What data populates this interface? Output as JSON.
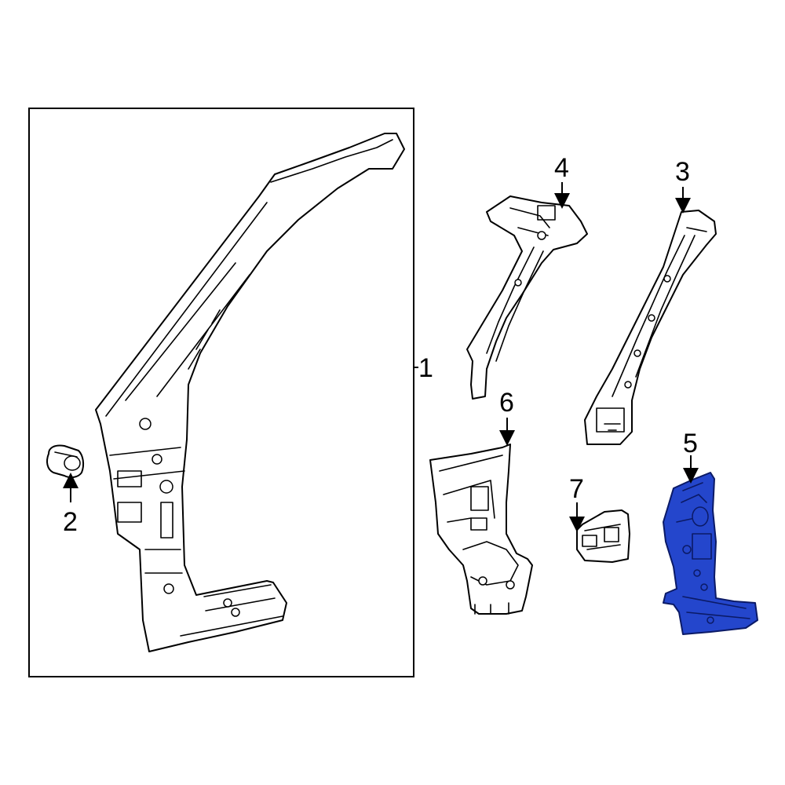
{
  "diagram": {
    "highlight_color": "#2446cc",
    "highlighted_part": "5",
    "callouts": [
      {
        "id": "1",
        "label": "1"
      },
      {
        "id": "2",
        "label": "2"
      },
      {
        "id": "3",
        "label": "3"
      },
      {
        "id": "4",
        "label": "4"
      },
      {
        "id": "5",
        "label": "5"
      },
      {
        "id": "6",
        "label": "6"
      },
      {
        "id": "7",
        "label": "7"
      }
    ]
  }
}
